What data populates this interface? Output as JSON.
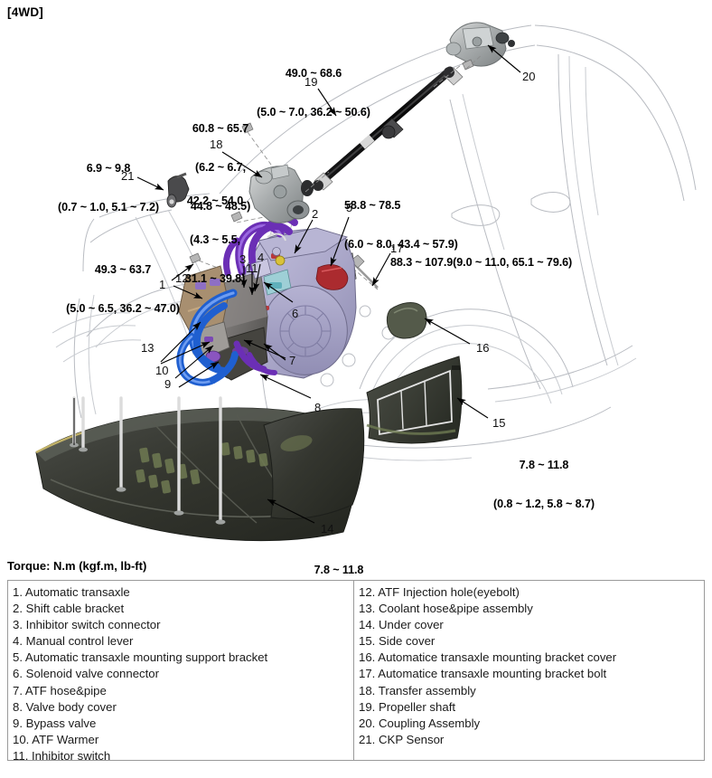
{
  "page": {
    "variant_header": "[4WD]",
    "torque_note": "Torque: N.m (kgf.m, lb-ft)"
  },
  "torque_specs": [
    {
      "id": "t19",
      "ref": "19",
      "line1": "49.0 ~ 68.6",
      "line2": "(5.0 ~ 7.0, 36.2 ~ 50.6)"
    },
    {
      "id": "t18",
      "ref": "18",
      "line1": "60.8 ~ 65.7",
      "line2": "(6.2 ~ 6.7,",
      "line3": "44.8 ~ 48.5)"
    },
    {
      "id": "t21",
      "ref": "21",
      "line1": "6.9 ~ 9.8",
      "line2": "(0.7 ~ 1.0, 5.1 ~ 7.2)"
    },
    {
      "id": "t_transfer",
      "ref": "",
      "line1": "42.2 ~ 54.0",
      "line2": "(4.3 ~ 5.5,",
      "line3": "31.1 ~ 39.8)"
    },
    {
      "id": "t12",
      "ref": "12",
      "line1": "49.3 ~ 63.7",
      "line2": "(5.0 ~ 6.5, 36.2 ~ 47.0)"
    },
    {
      "id": "t5",
      "ref": "5",
      "line1": "58.8 ~ 78.5",
      "line2": "(6.0 ~ 8.0, 43.4 ~ 57.9)"
    },
    {
      "id": "t17",
      "ref": "17",
      "line1": "88.3 ~ 107.9(9.0 ~ 11.0, 65.1 ~ 79.6)",
      "line2": ""
    },
    {
      "id": "t15",
      "ref": "15",
      "line1": "7.8 ~ 11.8",
      "line2": "(0.8 ~ 1.2, 5.8 ~ 8.7)"
    },
    {
      "id": "t14",
      "ref": "14",
      "line1": "7.8 ~ 11.8",
      "line2": "(0.8 ~ 1.2, 5.8 ~ 8.7)"
    }
  ],
  "callout_numbers": [
    "1",
    "2",
    "3",
    "4",
    "5",
    "6",
    "7",
    "8",
    "9",
    "10",
    "11",
    "12",
    "13",
    "14",
    "15",
    "16",
    "17",
    "18",
    "19",
    "20",
    "21"
  ],
  "legend": {
    "left_column": [
      "1. Automatic transaxle",
      "2. Shift cable bracket",
      "3. Inhibitor switch connector",
      "4. Manual control lever",
      "5. Automatic transaxle mounting support bracket",
      "6. Solenoid valve connector",
      "7. ATF hose&pipe",
      "8. Valve body cover",
      "9. Bypass valve",
      "10. ATF Warmer",
      "11. Inhibitor switch"
    ],
    "right_column": [
      "12. ATF Injection hole(eyebolt)",
      "13. Coolant hose&pipe assembly",
      "14. Under cover",
      "15. Side cover",
      "16. Automatice transaxle mounting bracket cover",
      "17. Automatice transaxle mounting bracket bolt",
      "18. Transfer assembly",
      "19. Propeller shaft",
      "20. Coupling Assembly",
      "21. CKP Sensor"
    ]
  },
  "colors": {
    "body_outline": "#b9bcc2",
    "transaxle_case": "#a9a6c8",
    "hose_blue": "#1f5fd0",
    "hose_purple": "#6b2fb5",
    "cover_dark": "#3a3c38",
    "text": "#000000",
    "table_border": "#9a9a9a"
  }
}
